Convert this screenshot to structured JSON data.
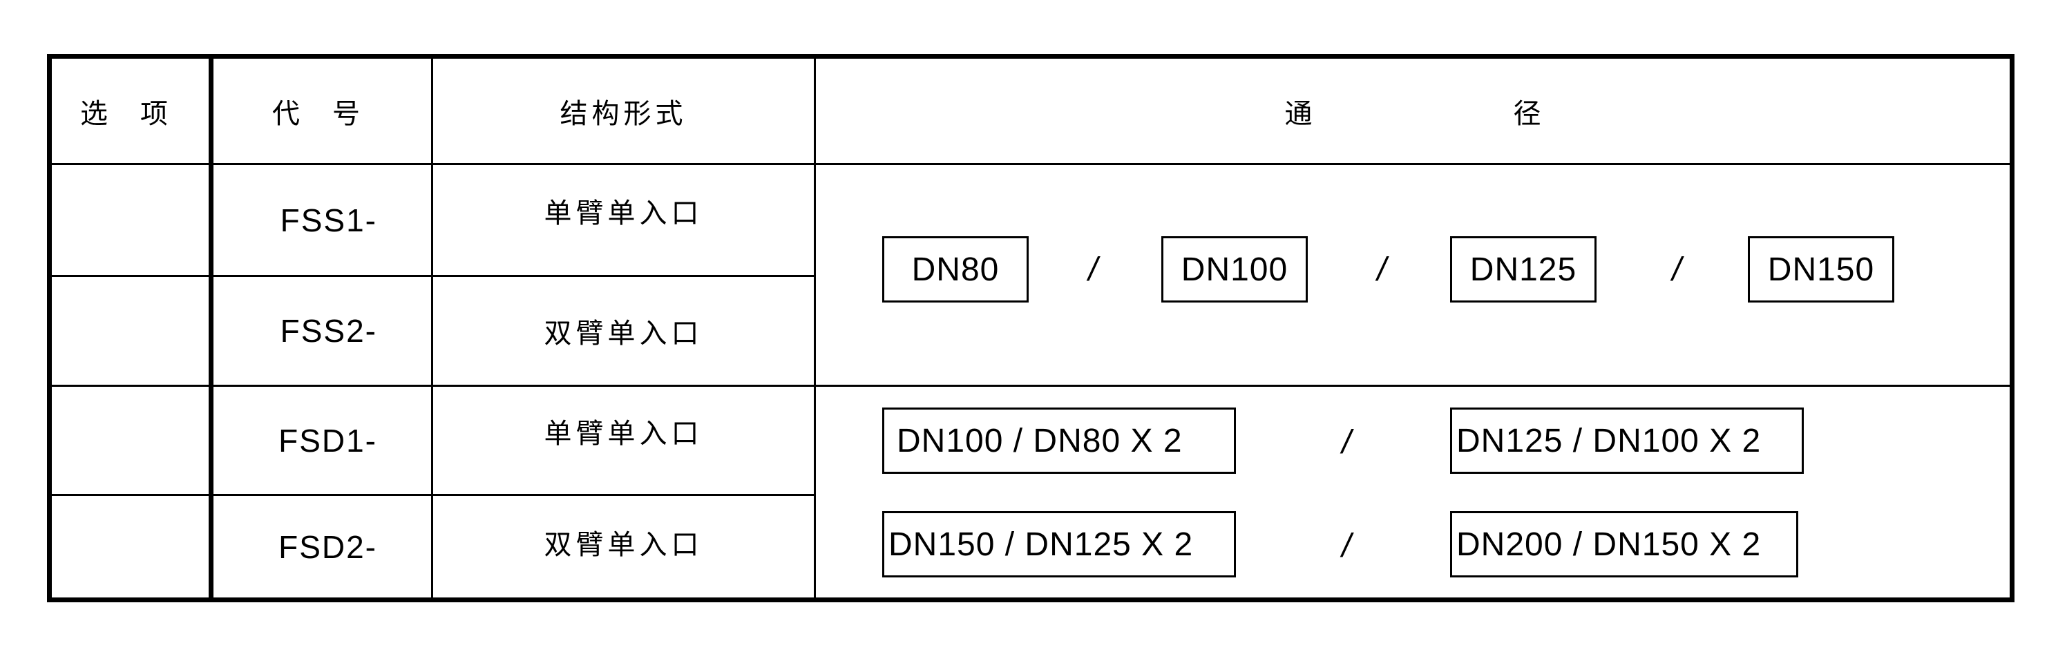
{
  "header": {
    "option": "选 项",
    "code": "代 号",
    "structure": "结构形式",
    "diameter": "通 径"
  },
  "rows": [
    {
      "option": "",
      "code": "FSS1-",
      "structure": "单臂单入口"
    },
    {
      "option": "",
      "code": "FSS2-",
      "structure": "双臂单入口"
    },
    {
      "option": "",
      "code": "FSD1-",
      "structure": "单臂单入口"
    },
    {
      "option": "",
      "code": "FSD2-",
      "structure": "双臂单入口"
    }
  ],
  "single_inlet_diameters": [
    "DN80",
    "DN100",
    "DN125",
    "DN150"
  ],
  "double_inlet_diameters": [
    "DN100 / DN80 X 2",
    "DN125 / DN100 X 2",
    "DN150 / DN125 X 2",
    "DN200 / DN150 X 2"
  ],
  "separator": "/"
}
